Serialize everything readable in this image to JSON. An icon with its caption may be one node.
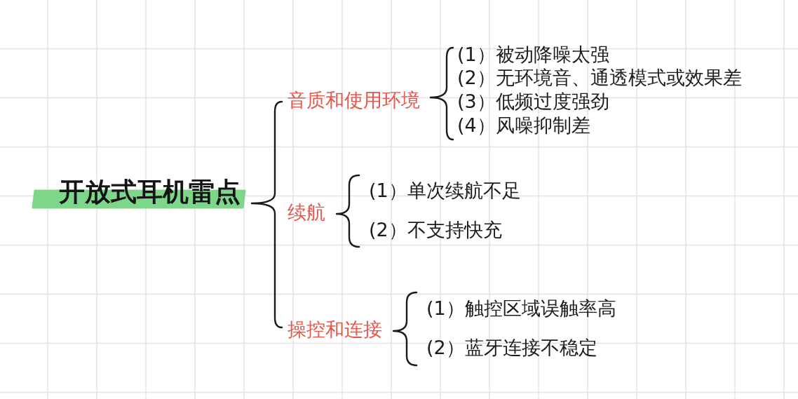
{
  "diagram": {
    "nodes": [
      {
        "text": [
          "开放式耳机雷点"
        ]
      },
      {
        "text": [
          "音质和使用环境"
        ]
      },
      {
        "text": [
          "(1）被动降噪太强"
        ]
      },
      {
        "text": [
          "(2）无环境音、通透模式或效果差"
        ]
      },
      {
        "text": [
          "(3）低频过度强劲"
        ]
      },
      {
        "text": [
          "(4）风噪抑制差"
        ]
      },
      {
        "text": [
          "续航"
        ]
      },
      {
        "text": [
          "(1）单次续航不足"
        ]
      },
      {
        "text": [
          "(2）不支持快充"
        ]
      },
      {
        "text": [
          "操控和连接"
        ]
      },
      {
        "text": [
          "(1）触控区域误触率高"
        ]
      },
      {
        "text": [
          "(2）蓝牙连接不稳定"
        ]
      }
    ],
    "edges": [
      {
        "from": 0,
        "to": 1,
        "arrow": "none"
      },
      {
        "from": 0,
        "to": 6,
        "arrow": "none"
      },
      {
        "from": 0,
        "to": 9,
        "arrow": "none"
      },
      {
        "from": 1,
        "to": 2,
        "arrow": "none"
      },
      {
        "from": 1,
        "to": 3,
        "arrow": "none"
      },
      {
        "from": 1,
        "to": 4,
        "arrow": "none"
      },
      {
        "from": 1,
        "to": 5,
        "arrow": "none"
      },
      {
        "from": 6,
        "to": 7,
        "arrow": "none"
      },
      {
        "from": 6,
        "to": 8,
        "arrow": "none"
      },
      {
        "from": 9,
        "to": 10,
        "arrow": "none"
      },
      {
        "from": 9,
        "to": 11,
        "arrow": "none"
      }
    ]
  }
}
